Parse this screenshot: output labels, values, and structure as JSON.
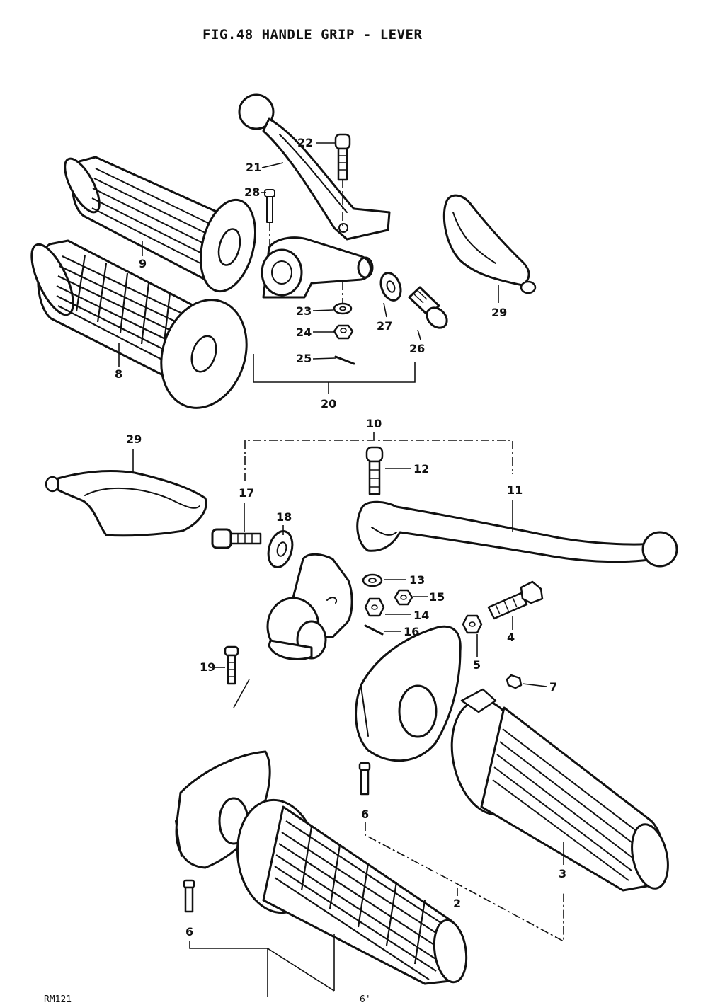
{
  "title": "FIG.48  HANDLE GRIP - LEVER",
  "footer": {
    "left_code": "RM121",
    "center_code": "6'"
  },
  "labels": {
    "p2": "2",
    "p3": "3",
    "p4": "4",
    "p5": "5",
    "p6a": "6",
    "p6b": "6",
    "p7": "7",
    "p8": "8",
    "p9": "9",
    "p10": "10",
    "p11": "11",
    "p12": "12",
    "p13": "13",
    "p14": "14",
    "p15": "15",
    "p16": "16",
    "p17": "17",
    "p18": "18",
    "p19": "19",
    "p20": "20",
    "p21": "21",
    "p22": "22",
    "p23": "23",
    "p24": "24",
    "p25": "25",
    "p26": "26",
    "p27": "27",
    "p28": "28",
    "p29a": "29",
    "p29b": "29"
  },
  "parts": [
    "grip-left-ribbed",
    "grip-left-mesh",
    "clutch-lever-upper",
    "lever-bracket-upper",
    "lever-cover-upper",
    "lever-cover-lower",
    "brake-lever",
    "lever-bracket-lower",
    "throttle-housing-upper",
    "throttle-housing-lower",
    "grip-right-ribbed",
    "grip-right-mesh"
  ]
}
